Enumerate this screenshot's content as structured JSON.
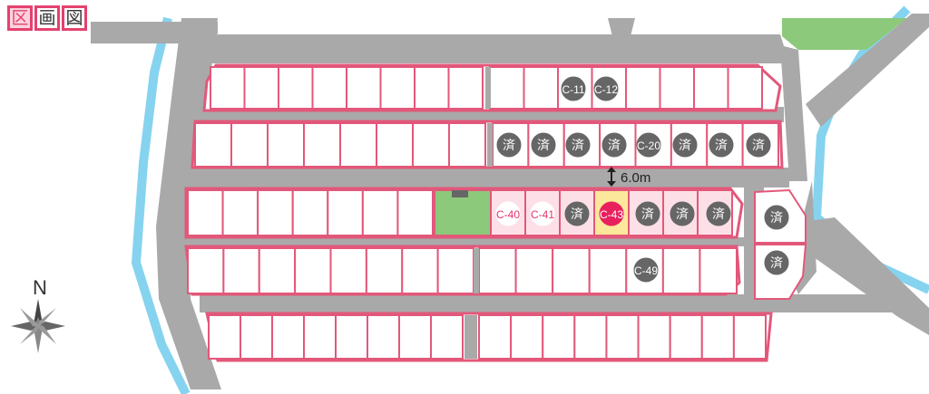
{
  "title": {
    "chars": [
      "区",
      "画",
      "図"
    ]
  },
  "colors": {
    "road": "#a9a9a9",
    "lot_border": "#e2587a",
    "lot_fill": "#ffffff",
    "lot_highlight": "#fde0e7",
    "lot_selected": "#fbe89a",
    "park": "#8cc97a",
    "water": "#86d3ef",
    "badge_sold": "#666666",
    "badge_avail_text": "#e4336b",
    "badge_selected": "#e8205e"
  },
  "badges": {
    "sold_label": "済",
    "row1": [
      "C-11",
      "C-12"
    ],
    "row2": [
      "済",
      "済",
      "済",
      "済",
      "C-20",
      "済",
      "済",
      "済"
    ],
    "row3": [
      "C-40",
      "C-41",
      "済",
      "C-43",
      "済",
      "済",
      "済"
    ],
    "right_col": [
      "済",
      "済"
    ],
    "row4": [
      "C-49"
    ]
  },
  "dimension": {
    "text": "6.0m",
    "icon": "double-arrow-vertical-icon"
  },
  "compass": {
    "label": "N",
    "icon": "compass-rose-icon"
  }
}
